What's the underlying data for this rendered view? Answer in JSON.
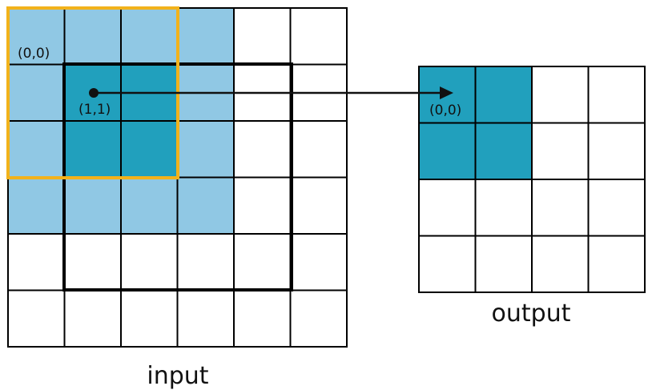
{
  "input": {
    "label": "input",
    "rows": 6,
    "cols": 6,
    "light_cells": [
      [
        0,
        0
      ],
      [
        0,
        1
      ],
      [
        0,
        2
      ],
      [
        0,
        3
      ],
      [
        1,
        0
      ],
      [
        1,
        3
      ],
      [
        2,
        0
      ],
      [
        2,
        3
      ],
      [
        3,
        0
      ],
      [
        3,
        1
      ],
      [
        3,
        2
      ],
      [
        3,
        3
      ]
    ],
    "dark_cells": [
      [
        1,
        1
      ],
      [
        1,
        2
      ],
      [
        2,
        1
      ],
      [
        2,
        2
      ]
    ],
    "origin_label": "(0,0)",
    "point_label": "(1,1)"
  },
  "output": {
    "label": "output",
    "rows": 4,
    "cols": 4,
    "dark_cells": [
      [
        0,
        0
      ],
      [
        0,
        1
      ],
      [
        1,
        0
      ],
      [
        1,
        1
      ]
    ],
    "origin_label": "(0,0)"
  },
  "colors": {
    "light_fill": "#90c8e4",
    "dark_fill": "#21a0bd",
    "grid_line": "#000000",
    "window_outline": "#f2b21b"
  }
}
